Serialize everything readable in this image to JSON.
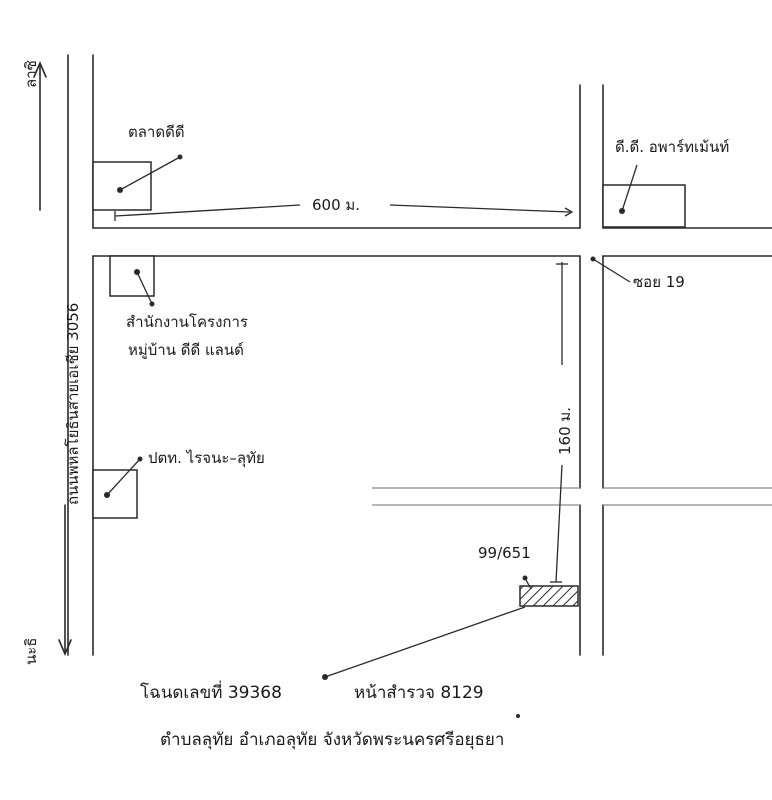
{
  "map": {
    "labels": {
      "dir_north": "ลาซิ",
      "dir_south": "นะธิ",
      "highway": "ถนนพหลโยธินสายเอเชีย 3056",
      "shop_top_left": "ตลาดดีดี",
      "shop_top_right": "ดี.ดี. อพาร์ทเม้นท์",
      "project_office_1": "สำนักงานโครงการ",
      "project_office_2": "หมู่บ้าน ดีดี แลนด์",
      "bank": "ปตท. ไรจนะ–ลุทัย",
      "soi": "ซอย 19",
      "house_no": "99/651",
      "dist_600": "600 ม.",
      "dist_160": "160 ม.",
      "deed_line": "โฉนดเลขที่ 39368",
      "survey_line": "หน้าสำรวจ 8129",
      "address_line": "ตำบลลุทัย อำเภอลุทัย จังหวัดพระนครศรีอยุธยา"
    },
    "colors": {
      "ink": "#1a1a1a",
      "hatch": "#2a2a2a",
      "paper": "#ffffff"
    }
  }
}
